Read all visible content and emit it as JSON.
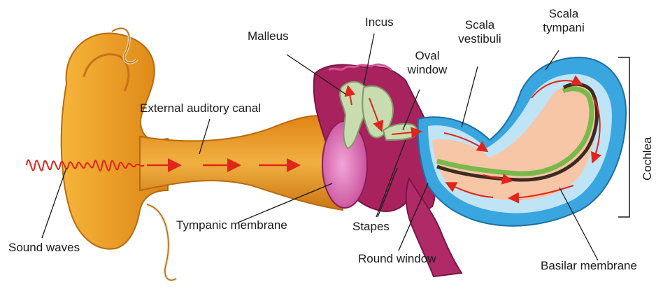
{
  "labels": {
    "malleus": "Malleus",
    "incus": "Incus",
    "oval_window_line1": "Oval",
    "oval_window_line2": "window",
    "scala_vestibuli_line1": "Scala",
    "scala_vestibuli_line2": "vestibuli",
    "scala_tympani_line1": "Scala",
    "scala_tympani_line2": "tympani",
    "cochlea": "Cochlea",
    "external_auditory_canal": "External auditory canal",
    "tympanic_membrane": "Tympanic membrane",
    "stapes": "Stapes",
    "sound_waves": "Sound waves",
    "round_window": "Round window",
    "basilar_membrane": "Basilar membrane"
  },
  "colors": {
    "outer_ear": "#f0a020",
    "outer_ear_shadow": "#c86e10",
    "canal": "#e89a28",
    "tympanic_membrane": "#e26fb4",
    "middle_ear": "#a8235e",
    "ossicles": "#c9dcb0",
    "cochlea_outer": "#3aa6e0",
    "cochlea_fluid": "#bfe4f6",
    "basilar_green": "#79b84a",
    "basilar_dark": "#3d2b22",
    "inner_salmon": "#f6c6a6",
    "arrow_red": "#e0251b",
    "leader": "#1a1a1a"
  }
}
